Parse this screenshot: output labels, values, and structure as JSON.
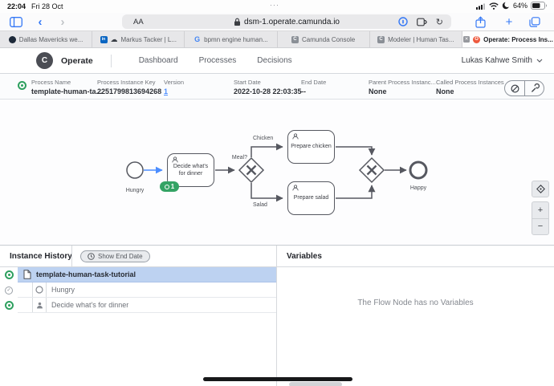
{
  "glyphs": {
    "check": "✓",
    "close": "✕",
    "reload": "↻",
    "plus": "+",
    "cloud": "☁",
    "back": "‹",
    "forward": "›"
  },
  "status_bar": {
    "time": "22:04",
    "date": "Fri 28 Oct",
    "battery_percent": "64%",
    "multitask_dots": "···"
  },
  "browser": {
    "reader_button": "AA",
    "url": "dsm-1.operate.camunda.io",
    "tabs": [
      {
        "label": "Dallas Mavericks we...",
        "favicon": "basketball"
      },
      {
        "label": "Markus Tacker | L...",
        "favicon": "linkedin",
        "favicon_letter": "in"
      },
      {
        "label": "bpmn engine human...",
        "favicon": "google",
        "favicon_letter": "G"
      },
      {
        "label": "Camunda Console",
        "favicon": "camunda",
        "favicon_letter": "C"
      },
      {
        "label": "Modeler | Human Tas...",
        "favicon": "camunda",
        "favicon_letter": "C"
      },
      {
        "label": "Operate: Process Ins...",
        "favicon": "operate",
        "favicon_letter": "O",
        "active": true
      }
    ]
  },
  "app_header": {
    "logo_letter": "C",
    "product": "Operate",
    "nav": [
      {
        "label": "Dashboard"
      },
      {
        "label": "Processes"
      },
      {
        "label": "Decisions"
      }
    ],
    "user": "Lukas Kahwe Smith"
  },
  "instance_bar": {
    "state": "active",
    "fields": [
      {
        "label": "Process Name",
        "value": "template-human-ta..."
      },
      {
        "label": "Process Instance Key",
        "value": "2251799813694268"
      },
      {
        "label": "Version",
        "value": "1"
      },
      {
        "label": "Start Date",
        "value": "2022-10-28 22:03:35"
      },
      {
        "label": "End Date",
        "value": "--"
      },
      {
        "label": "Parent Process Instanc...",
        "value": "None"
      },
      {
        "label": "Called Process Instances",
        "value": "None"
      }
    ]
  },
  "diagram": {
    "start_event_label": "Hungry",
    "user_task_decide": "Decide what's for dinner",
    "active_token_count": "1",
    "gateway_label": "Meal?",
    "flow_label_chicken": "Chicken",
    "flow_label_salad": "Salad",
    "user_task_chicken": "Prepare chicken",
    "user_task_salad": "Prepare salad",
    "end_event_label": "Happy",
    "controls": {
      "zoom_in": "+",
      "zoom_out": "−"
    }
  },
  "instance_history": {
    "title": "Instance History",
    "show_end_date_button": "Show End Date",
    "rows": [
      {
        "label": "template-human-task-tutorial",
        "state": "active",
        "type": "process",
        "selected": true
      },
      {
        "label": "Hungry",
        "state": "completed",
        "type": "start-event"
      },
      {
        "label": "Decide what's for dinner",
        "state": "active",
        "type": "user-task"
      }
    ]
  },
  "variables_panel": {
    "title": "Variables",
    "empty_message": "The Flow Node has no Variables"
  },
  "colors": {
    "accent_blue": "#3478f6",
    "camunda_green": "#34a364",
    "selection_blue": "#bdd2f1",
    "link_blue": "#4c8dff",
    "bpmn_stroke": "#565860"
  }
}
